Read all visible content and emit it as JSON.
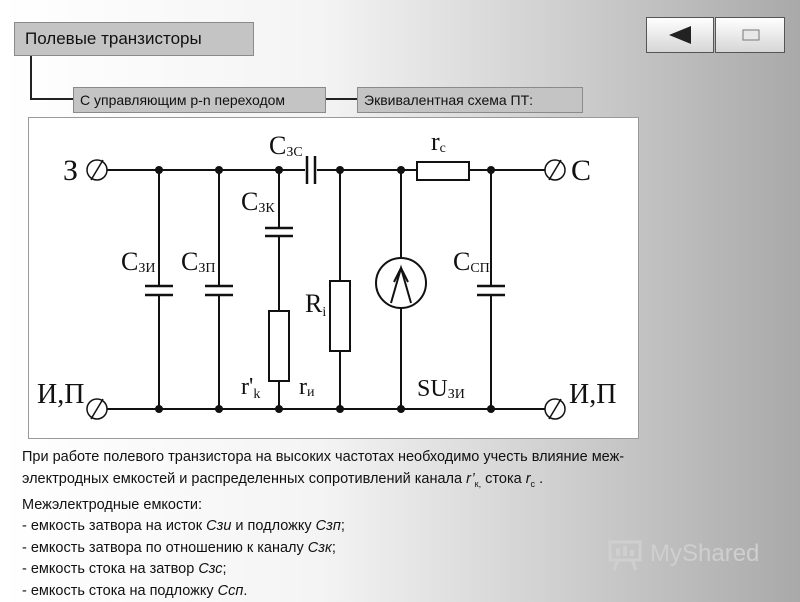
{
  "header": {
    "title": "Полевые транзисторы",
    "tab_left": "С управляющим p-n переходом",
    "tab_right": "Эквивалентная схема ПТ:"
  },
  "nav": {
    "back_icon": "triangle-left-icon",
    "menu_icon": "rectangle-icon"
  },
  "diagram": {
    "terminal_gate": "З",
    "terminal_drain": "С",
    "terminal_source_left": "И,П",
    "terminal_source_right": "И,П",
    "c_zs": {
      "main": "C",
      "sub": "ЗС"
    },
    "r_c": {
      "main": "r",
      "sub": "c"
    },
    "c_zk": {
      "main": "C",
      "sub": "ЗК"
    },
    "c_zi": {
      "main": "C",
      "sub": "ЗИ"
    },
    "c_zp": {
      "main": "C",
      "sub": "ЗП"
    },
    "r_i": {
      "main": "R",
      "sub": "i"
    },
    "c_sp": {
      "main": "C",
      "sub": "СП"
    },
    "r_k": {
      "main": "r'",
      "sub": "k"
    },
    "r_u": {
      "main": "r",
      "sub": "и"
    },
    "su_zi": {
      "main": "SU",
      "sub": "ЗИ"
    }
  },
  "text": {
    "line1": "При работе полевого транзистора на высоких частотах необходимо учесть влияние меж-",
    "line2_a": "электродных емкостей и распределенных сопротивлений канала ",
    "line2_rk_main": "r’",
    "line2_rk_sub": "к,",
    "line2_b": " стока ",
    "line2_rc_main": "r",
    "line2_rc_sub": "с",
    "line2_c": " .",
    "line3": "Межэлектродные емкости:",
    "line4_a": "- емкость затвора на исток ",
    "line4_b": "Сзи",
    "line4_c": " и подложку ",
    "line4_d": "Сзп",
    "line4_e": ";",
    "line5_a": "- емкость затвора по отношению к каналу ",
    "line5_b": "Сзк",
    "line5_c": ";",
    "line6_a": "- емкость стока на затвор ",
    "line6_b": "Сзс",
    "line6_c": ";",
    "line7_a": "- емкость стока на подложку ",
    "line7_b": "Ссп",
    "line7_c": "."
  },
  "watermark": {
    "text": "MyShared",
    "icon": "presentation-board-icon"
  }
}
